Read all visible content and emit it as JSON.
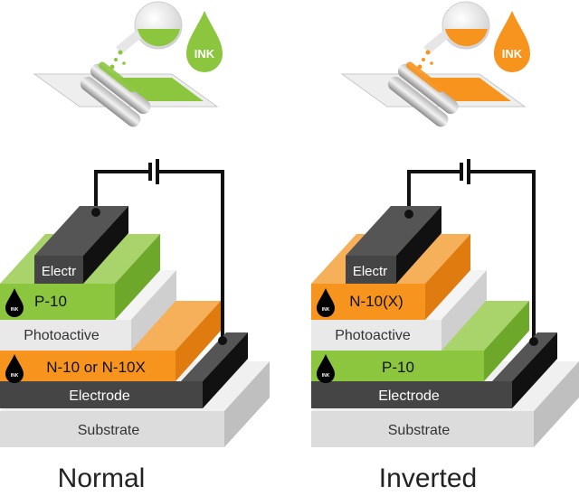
{
  "ink_badge": "INK",
  "ink_small": "INK",
  "colors": {
    "green": "#8cc63f",
    "orange": "#f7941d",
    "dark": "#404040",
    "substrate": "#d9d9d9",
    "photoactive": "#ececec"
  },
  "normal": {
    "title": "Normal",
    "layers": {
      "substrate": "Substrate",
      "electrode": "Electrode",
      "n_layer": "N-10 or N-10X",
      "photoactive": "Photoactive",
      "p_layer": "P-10",
      "top_electrode": "Electr"
    }
  },
  "inverted": {
    "title": "Inverted",
    "layers": {
      "substrate": "Substrate",
      "electrode": "Electrode",
      "p_layer": "P-10",
      "photoactive": "Photoactive",
      "n_layer": "N-10(X)",
      "top_electrode": "Electr"
    }
  }
}
